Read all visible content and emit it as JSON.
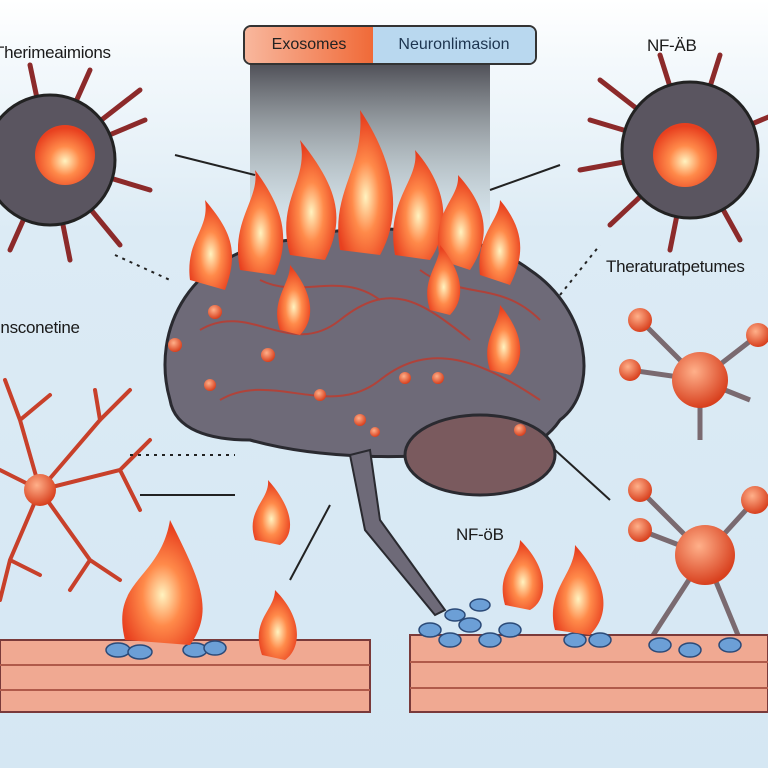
{
  "header": {
    "left_label": "Exosomes",
    "right_label": "Neuronlimasion"
  },
  "labels": {
    "top_left": "Therimeaimions",
    "top_right": "NF-ÄB",
    "mid_right": "Theraturatpetumes",
    "mid_left": "Insconetine",
    "bottom_center": "NF-öB"
  },
  "colors": {
    "flame": "#f2542d",
    "brain": "#6e6a78",
    "background": "#d5e7f3",
    "tissue": "#f0a992",
    "cells": "#6c9fd6"
  }
}
